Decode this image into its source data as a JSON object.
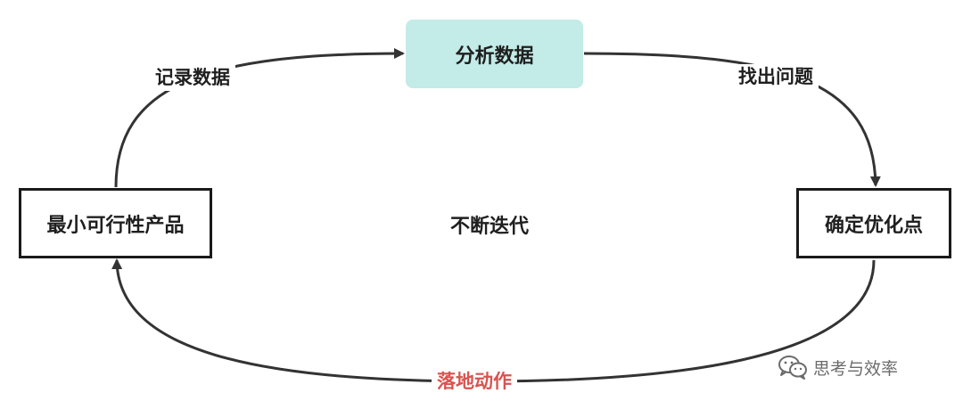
{
  "nodes": {
    "analyze": "分析数据",
    "mvp": "最小可行性产品",
    "optimize": "确定优化点"
  },
  "edges": {
    "record": "记录数据",
    "find": "找出问题",
    "act": "落地动作"
  },
  "center": "不断迭代",
  "watermark": "思考与效率",
  "colors": {
    "analyze_fill": "#c3ebe7",
    "act_label": "#d9534f",
    "stroke": "#333333"
  },
  "icons": {
    "watermark": "wechat-icon"
  }
}
